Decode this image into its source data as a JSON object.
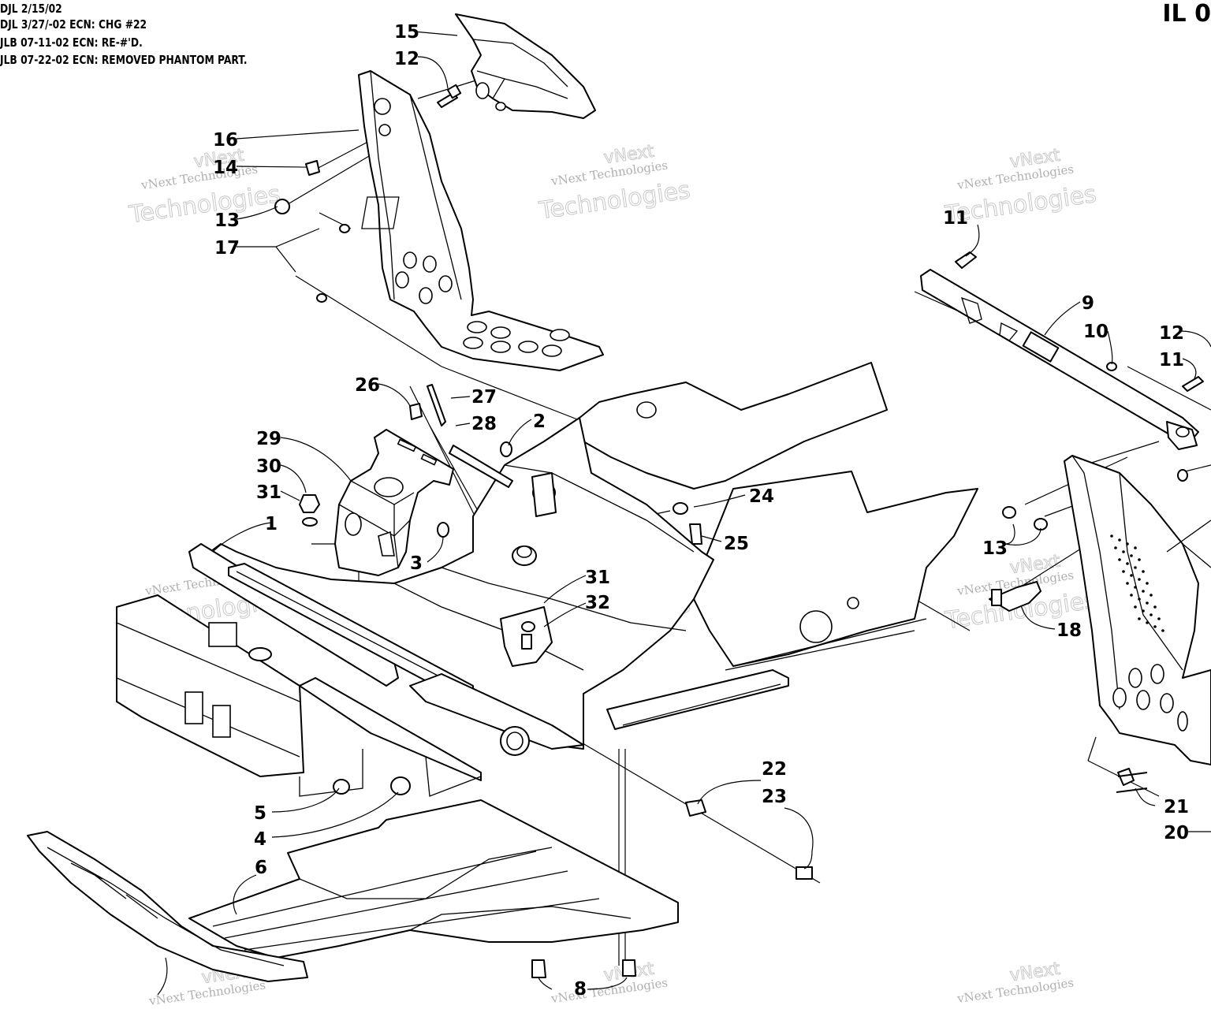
{
  "revision_notes": [
    "DJL 2/15/02",
    "DJL 3/27/-02 ECN: CHG #22",
    "JLB 07-11-02 ECN: RE-#'D.",
    "JLB 07-22-02 ECN: REMOVED PHANTOM PART."
  ],
  "illustration_code": "IL 0",
  "watermark": {
    "small": "vNext Technologies",
    "large": "Technologies",
    "mini": "vNext"
  },
  "callouts": [
    "1",
    "2",
    "3",
    "4",
    "5",
    "6",
    "8",
    "9",
    "10",
    "11",
    "11",
    "12",
    "12",
    "13",
    "13",
    "14",
    "15",
    "16",
    "17",
    "18",
    "20",
    "21",
    "22",
    "23",
    "24",
    "25",
    "26",
    "27",
    "28",
    "29",
    "30",
    "31",
    "31",
    "32"
  ]
}
